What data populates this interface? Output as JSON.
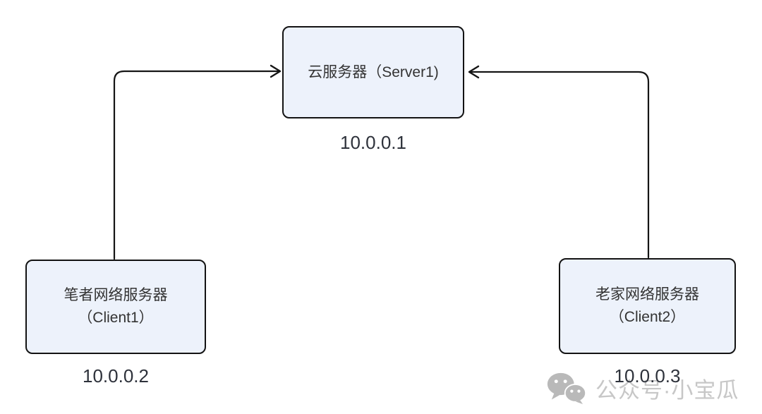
{
  "diagram": {
    "nodes": {
      "server": {
        "label": "云服务器（Server1)",
        "ip": "10.0.0.1"
      },
      "client1": {
        "label_line1": "笔者网络服务器",
        "label_line2": "（Client1）",
        "ip": "10.0.0.2"
      },
      "client2": {
        "label_line1": "老家网络服务器",
        "label_line2": "（Client2）",
        "ip": "10.0.0.3"
      }
    },
    "edges": [
      {
        "from": "client1",
        "to": "server"
      },
      {
        "from": "client2",
        "to": "server"
      }
    ],
    "colors": {
      "node_fill": "#edf2fb",
      "node_border": "#131313",
      "connector": "#151515",
      "label_text": "#333333",
      "ip_text": "#2e323b",
      "watermark_icon": "#b9b9b9",
      "watermark_text": "#c7c7c7",
      "background": "#ffffff"
    }
  },
  "watermark": {
    "icon": "wechat-icon",
    "text": "公众号·小宝瓜"
  }
}
